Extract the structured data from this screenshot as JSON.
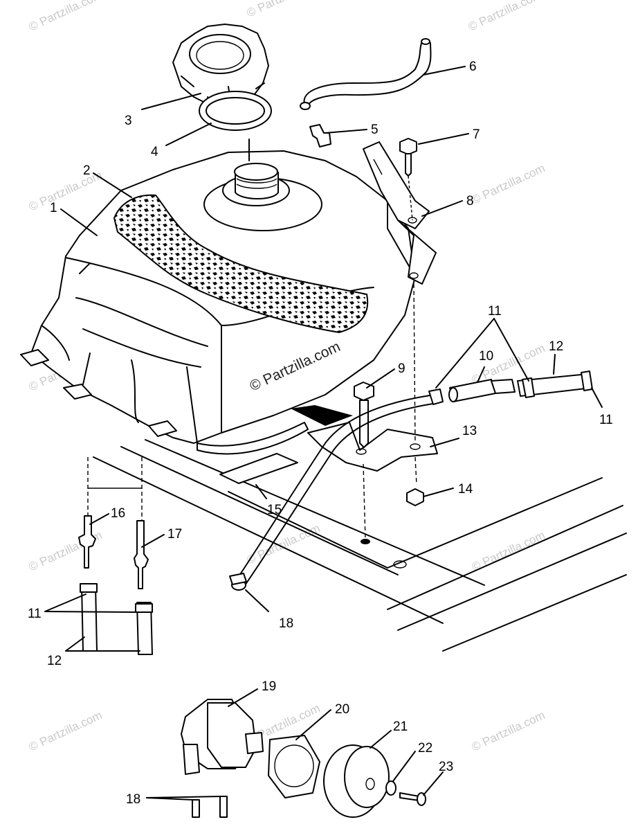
{
  "watermark": "© Partzilla.com",
  "callouts": {
    "n1": "1",
    "n2": "2",
    "n3": "3",
    "n4": "4",
    "n5": "5",
    "n6": "6",
    "n7": "7",
    "n8": "8",
    "n9": "9",
    "n10": "10",
    "n11": "11",
    "n12": "12",
    "n13": "13",
    "n14": "14",
    "n15": "15",
    "n16": "16",
    "n17": "17",
    "n18": "18",
    "n19": "19",
    "n20": "20",
    "n21": "21",
    "n22": "22",
    "n23": "23"
  }
}
